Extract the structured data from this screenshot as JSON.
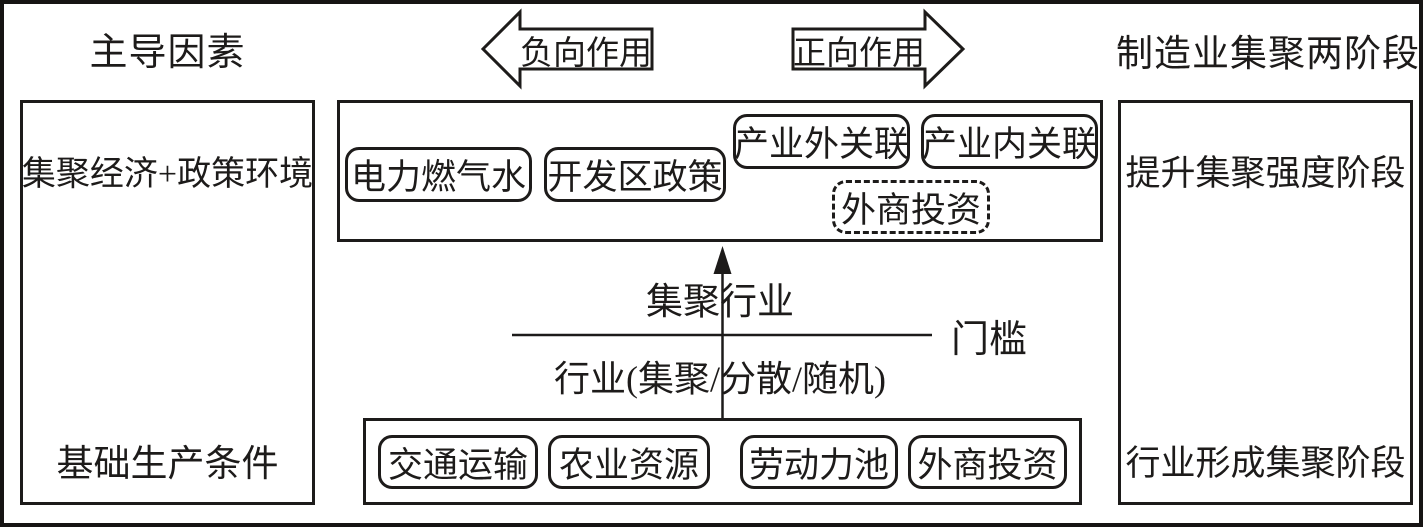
{
  "header": {
    "left_title": "主导因素",
    "right_title": "制造业集聚两阶段",
    "negative_arrow_label": "负向作用",
    "positive_arrow_label": "正向作用"
  },
  "left_panel": {
    "top_label": "集聚经济+政策环境",
    "bottom_label": "基础生产条件"
  },
  "right_panel": {
    "top_label": "提升集聚强度阶段",
    "bottom_label": "行业形成集聚阶段"
  },
  "upper_factors": {
    "items": [
      "电力燃气水",
      "开发区政策",
      "产业外关联",
      "产业内关联"
    ],
    "dashed_item": "外商投资"
  },
  "middle": {
    "above_line_label": "集聚行业",
    "threshold_label": "门槛",
    "below_line_label": "行业(集聚/分散/随机)"
  },
  "lower_factors": {
    "items": [
      "交通运输",
      "农业资源",
      "劳动力池",
      "外商投资"
    ]
  },
  "colors": {
    "ink": "#1d1b1a",
    "background": "#ffffff"
  }
}
